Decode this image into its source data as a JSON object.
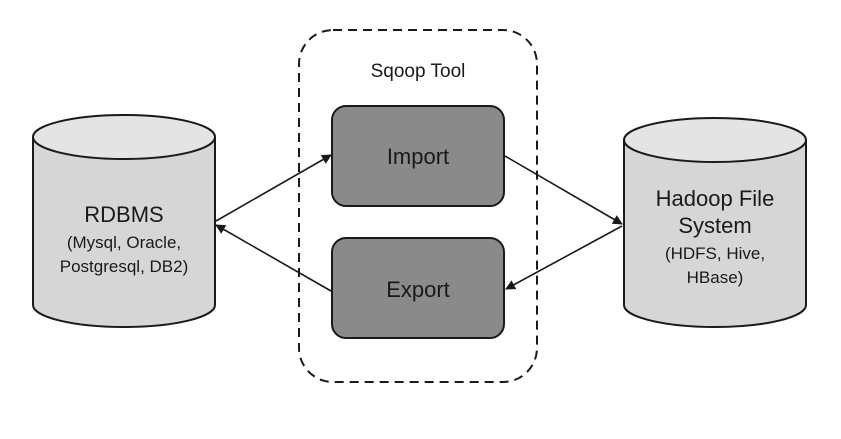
{
  "tool_group": {
    "title": "Sqoop Tool",
    "border_style": "dashed"
  },
  "nodes": {
    "import": {
      "label": "Import"
    },
    "export": {
      "label": "Export"
    }
  },
  "rdbms": {
    "title": "RDBMS",
    "sub_lines": [
      "(Mysql, Oracle,",
      "Postgresql, DB2)"
    ]
  },
  "hadoop": {
    "title_lines": [
      "Hadoop File",
      "System"
    ],
    "sub_lines": [
      "(HDFS, Hive,",
      "HBase)"
    ]
  },
  "edges": [
    {
      "from": "RDBMS",
      "to": "Import"
    },
    {
      "from": "Import",
      "to": "Hadoop File System"
    },
    {
      "from": "Hadoop File System",
      "to": "Export"
    },
    {
      "from": "Export",
      "to": "RDBMS"
    }
  ],
  "colors": {
    "cylinder_fill": "#d6d6d6",
    "cylinder_top": "#e4e4e4",
    "box_fill": "#8a8a8a",
    "stroke": "#1a1a1a",
    "text": "#1a1a1a"
  }
}
